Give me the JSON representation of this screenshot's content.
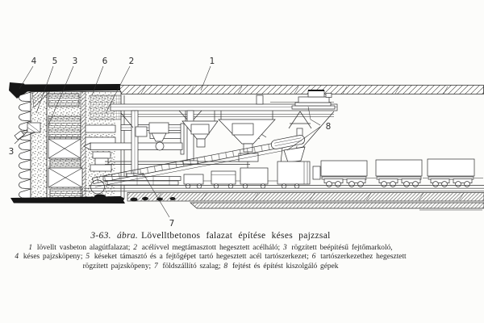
{
  "colors": {
    "paper": "#fcfcfa",
    "ink": "#2e2e2e",
    "dark_fill": "#161616"
  },
  "figure": {
    "caption": {
      "prefix": "3-63. ábra.",
      "title": "Lövelltbetonos falazat építése késes pajzzsal"
    },
    "callouts": [
      {
        "label": "4"
      },
      {
        "label": "5"
      },
      {
        "label": "3"
      },
      {
        "label": "6"
      },
      {
        "label": "2"
      },
      {
        "label": "1"
      },
      {
        "label": "3"
      },
      {
        "label": "7"
      },
      {
        "label": "8"
      }
    ],
    "legend_lines": [
      [
        {
          "n": "1",
          "t": " lövellt vasbeton alagútfalazat; "
        },
        {
          "n": "2",
          "t": " acélívvel megtámasztott hegesztett acélháló; "
        },
        {
          "n": "3",
          "t": " rögzített beépítésű fejtőmarkoló,"
        }
      ],
      [
        {
          "n": "4",
          "t": " késes pajzsköpeny; "
        },
        {
          "n": "5",
          "t": " késeket támasztó és a fejtőgépet tartó hegesztett acél tartószerkezet; "
        },
        {
          "n": "6",
          "t": " tartószerkezethez hegesztett"
        }
      ],
      [
        {
          "n": "",
          "t": "rögzített pajzsköpeny; "
        },
        {
          "n": "7",
          "t": " földszállító szalag; "
        },
        {
          "n": "8",
          "t": " fejtést és építést kiszolgáló gépek"
        }
      ]
    ]
  }
}
